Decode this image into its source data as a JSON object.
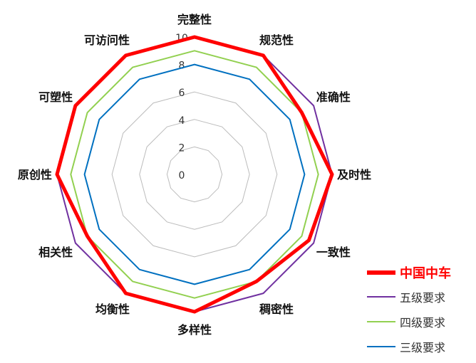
{
  "chart_data": {
    "type": "radar",
    "axes": [
      "完整性",
      "规范性",
      "准确性",
      "及时性",
      "一致性",
      "稠密性",
      "多样性",
      "均衡性",
      "相关性",
      "原创性",
      "可塑性",
      "可访问性"
    ],
    "ticks": [
      "0",
      "2",
      "4",
      "6",
      "8",
      "10"
    ],
    "range": [
      0,
      10
    ],
    "series": [
      {
        "name": "中国中车",
        "color": "#ff0000",
        "values": [
          10,
          10,
          9,
          10,
          9.6,
          9,
          10,
          10,
          9,
          10,
          10,
          10
        ]
      },
      {
        "name": "五级要求",
        "color": "#7030a0",
        "values": [
          10,
          10,
          10,
          10,
          10,
          10,
          10,
          10,
          10,
          10,
          10,
          10
        ]
      },
      {
        "name": "四级要求",
        "color": "#92d050",
        "values": [
          9,
          9,
          9,
          9,
          9,
          9,
          9,
          9,
          9,
          9,
          9,
          9
        ]
      },
      {
        "name": "三级要求",
        "color": "#0070c0",
        "values": [
          8,
          8,
          8,
          8,
          8,
          8,
          8,
          8,
          8,
          8,
          8,
          8
        ]
      }
    ],
    "legend": "bottom-right"
  }
}
